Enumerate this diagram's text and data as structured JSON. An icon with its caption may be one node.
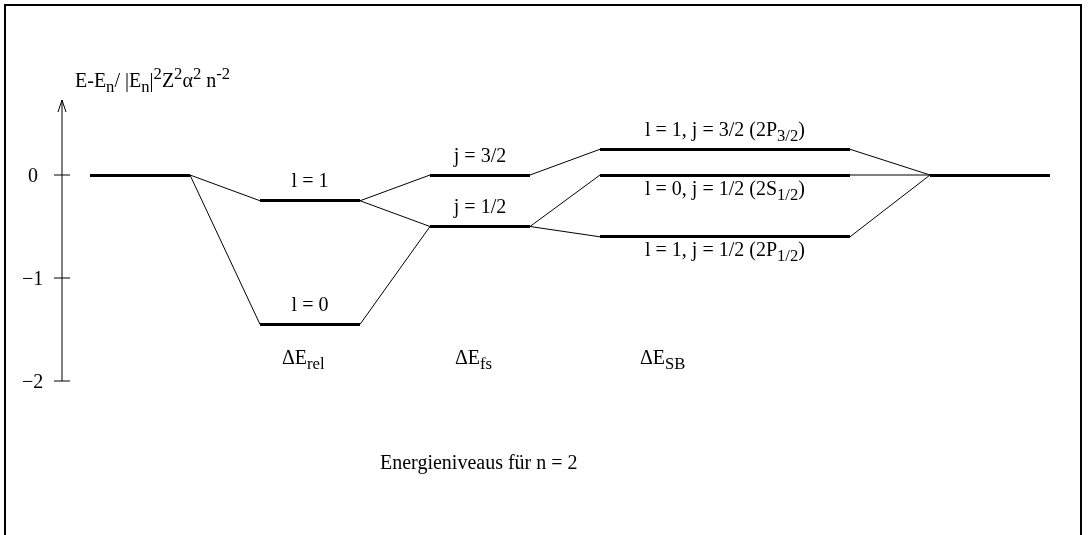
{
  "diagram": {
    "caption": "Energieniveaus für n = 2",
    "nodes": [
      {
        "text": [],
        "shape": "bar"
      },
      {
        "text": [
          "l = 1"
        ]
      },
      {
        "text": [
          "l = 0"
        ]
      },
      {
        "text": [
          "j = 3/2"
        ]
      },
      {
        "text": [
          "j = 1/2"
        ]
      },
      {
        "text": [
          "l = 1, j = 3/2 (2P$_{3/2}$)"
        ]
      },
      {
        "text": [
          "l = 0, j = 1/2 (2S$_{1/2}$)"
        ]
      },
      {
        "text": [
          "l = 1, j = 1/2 (2P$_{1/2}$)"
        ]
      },
      {
        "text": [],
        "shape": "bar"
      }
    ],
    "edges": [
      {
        "from": 0,
        "to": 1,
        "arrow": "none"
      },
      {
        "from": 0,
        "to": 2,
        "arrow": "none"
      },
      {
        "from": 1,
        "to": 3,
        "arrow": "none"
      },
      {
        "from": 1,
        "to": 4,
        "arrow": "none"
      },
      {
        "from": 2,
        "to": 4,
        "arrow": "none"
      },
      {
        "from": 3,
        "to": 5,
        "arrow": "none"
      },
      {
        "from": 4,
        "to": 6,
        "arrow": "none"
      },
      {
        "from": 4,
        "to": 7,
        "arrow": "none"
      },
      {
        "from": 5,
        "to": 8,
        "arrow": "none"
      },
      {
        "from": 6,
        "to": 8,
        "arrow": "none"
      },
      {
        "from": 7,
        "to": 8,
        "arrow": "none"
      }
    ],
    "labels": [
      "E-E$_{n}$/ |E$_{n}$|$^{2}$Z$^{2}$α$^{2}$ n$^{-2}$",
      "0",
      "−1",
      "−2",
      "ΔE$_{rel}$",
      "ΔE$_{fs}$",
      "ΔE$_{SB}$"
    ]
  }
}
